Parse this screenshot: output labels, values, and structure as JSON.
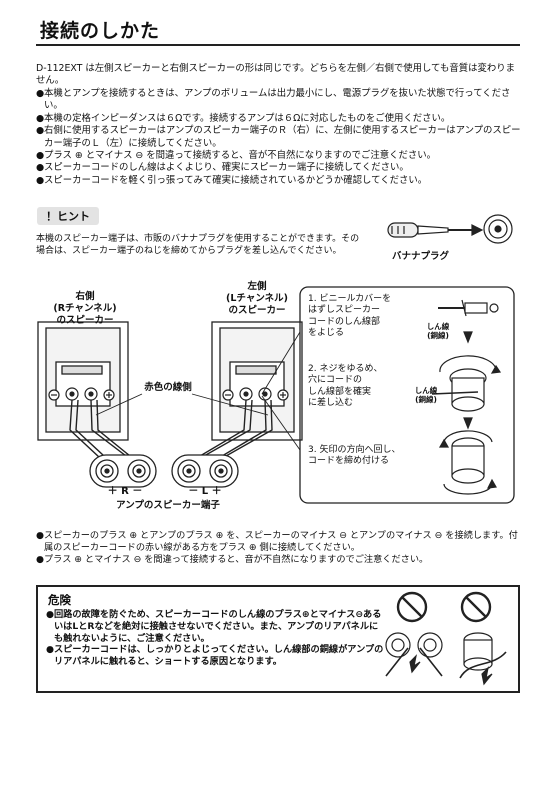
{
  "title": "接続のしかた",
  "intro": "D-112EXT は左側スピーカーと右側スピーカーの形は同じです。どちらを左側／右側で使用しても音質は変わりません。",
  "bullets": [
    "本機とアンプを接続するときは、アンプのボリュームは出力最小にし、電源プラグを抜いた状態で行ってください。",
    "本機の定格インピーダンスは６Ωです。接続するアンプは６Ωに対応したものをご使用ください。",
    "右側に使用するスピーカーはアンプのスピーカー端子のＲ（右）に、左側に使用するスピーカーはアンプのスピーカー端子のＬ（左）に接続してください。",
    "プラス ⊕ とマイナス ⊖ を間違って接続すると、音が不自然になりますのでご注意ください。",
    "スピーカーコードのしん線はよくよじり、確実にスピーカー端子に接続してください。",
    "スピーカーコードを軽く引っ張ってみて確実に接続されているかどうか確認してください。"
  ],
  "hint": {
    "badge": "！ヒント",
    "text": "本機のスピーカー端子は、市販のバナナプラグを使用することができます。その場合は、スピーカー端子のねじを締めてからプラグを差し込んでください。",
    "banana_label": "バナナプラグ"
  },
  "diagram": {
    "right_speaker": [
      "右側",
      "(Rチャンネル)",
      "のスピーカー"
    ],
    "left_speaker": [
      "左側",
      "(Lチャンネル)",
      "のスピーカー"
    ],
    "red_wire_label": "赤色の線側",
    "amp_label": "アンプのスピーカー端子",
    "amp_r_marks": "＋ R －",
    "amp_l_marks": "－ L ＋",
    "steps": [
      "1. ビニールカバーを\nはずしスピーカー\nコードのしん線部\nをよじる",
      "2. ネジをゆるめ、\n穴にコードの\nしん線部を確実\nに差し込む",
      "3. 矢印の方向へ回し、\nコードを締め付ける"
    ],
    "core_wire_label": "しん線\n(銅線)"
  },
  "bullets2": [
    "スピーカーのプラス ⊕ とアンプのプラス ⊕ を、スピーカーのマイナス ⊖ とアンプのマイナス ⊖ を接続します。付属のスピーカーコードの赤い線がある方をプラス ⊕ 側に接続してください。",
    "プラス ⊕ とマイナス ⊖ を間違って接続すると、音が不自然になりますのでご注意ください。"
  ],
  "danger": {
    "title": "危険",
    "items": [
      "回路の故障を防ぐため、スピーカーコードのしん線のプラス⊕とマイナス⊖あるいはLとRなどを絶対に接触させないでください。また、アンプのリアパネルにも触れないように、ご注意ください。",
      "スピーカーコードは、しっかりとよじってください。しん線部の銅線がアンプのリアパネルに触れると、ショートする原因となります。"
    ]
  }
}
